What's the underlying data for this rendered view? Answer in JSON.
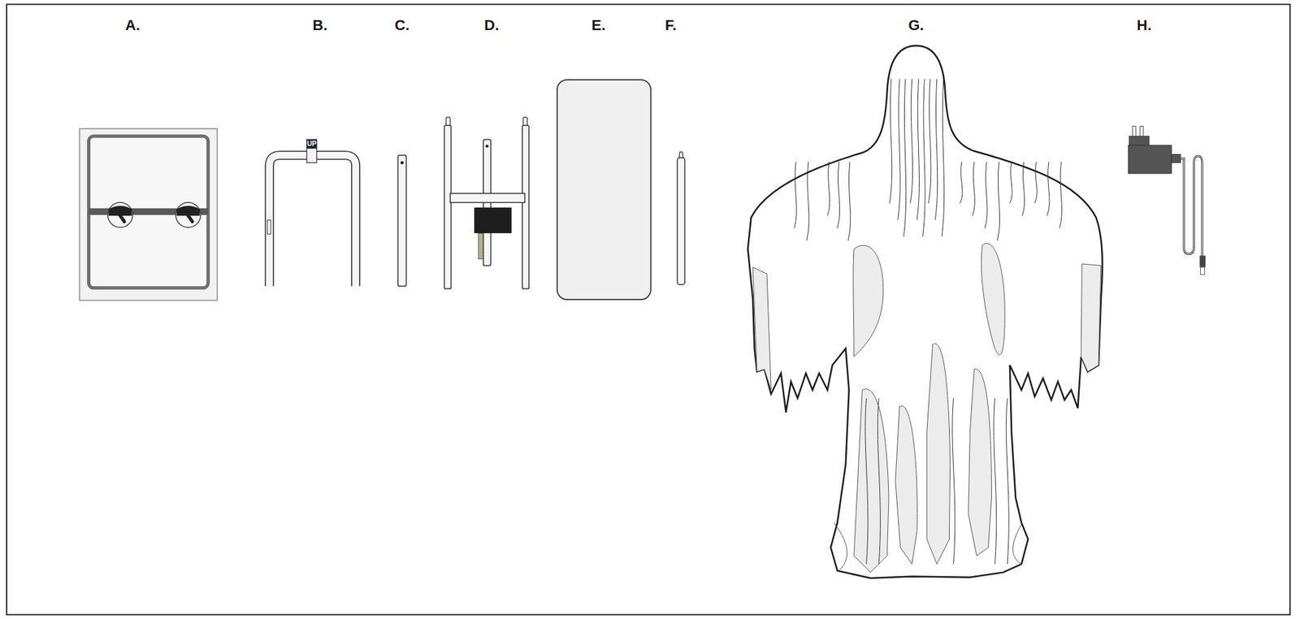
{
  "diagram": {
    "labels": [
      "A.",
      "B.",
      "C.",
      "D.",
      "E.",
      "F.",
      "G.",
      "H.",
      "UP"
    ]
  }
}
